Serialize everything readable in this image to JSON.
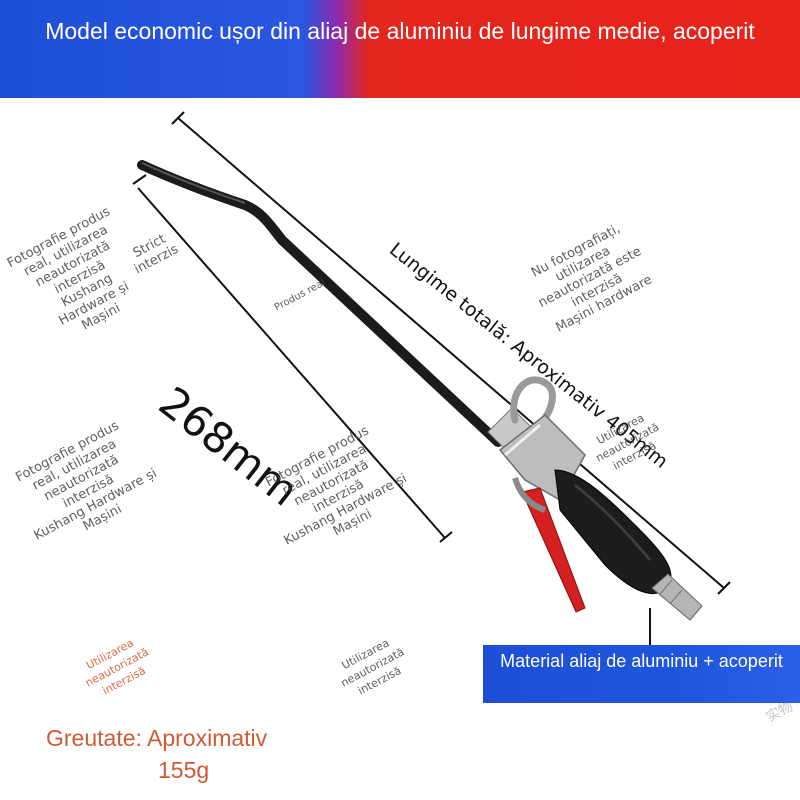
{
  "header": {
    "title": "Model economic ușor din aliaj de aluminiu de lungime medie, acoperit"
  },
  "dimensions": {
    "short_length": "268mm",
    "total_length": "Lungime totală: Aproximativ 405mm"
  },
  "material": {
    "label": "Material aliaj de aluminiu + acoperit"
  },
  "weight": {
    "line1": "Greutate: Aproximativ",
    "line2": "155g"
  },
  "watermarks": {
    "w1": "Fotografie produs real, utilizarea neautorizată interzisă",
    "w1b": "Kushang Hardware și Mașini",
    "w2": "Strict interzis",
    "w3": "Produs real",
    "w4": "Nu fotografiați, utilizarea neautorizată este interzisă",
    "w4b": "Mașini hardware",
    "w5": "Fotografie produs real, utilizarea neautorizată interzisă",
    "w5b": "Kushang Hardware și Mașini",
    "w6": "Fotografie produs real, utilizarea neautorizată interzisă",
    "w6b": "Kushang Hardware și Mașini",
    "w7": "Utilizarea neautorizată interzisă",
    "w8": "Utilizarea neautorizată interzisă",
    "w9": "Utilizarea neautorizată interzisă",
    "w10": "实物"
  }
}
